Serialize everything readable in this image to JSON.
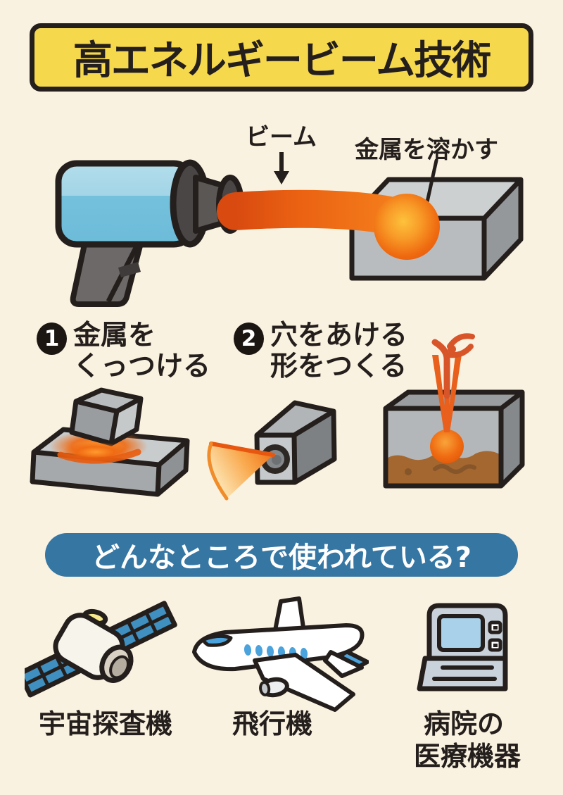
{
  "title": {
    "text": "高エネルギービーム技術",
    "bg_color": "#f6d84c"
  },
  "diagram": {
    "beam_label": "ビーム",
    "melt_label": "金属を溶かす",
    "icons": [
      "beam-gun-icon",
      "beam-icon",
      "metal-block-icon",
      "down-arrow-icon",
      "pointer-line"
    ]
  },
  "steps": [
    {
      "num": "1",
      "line1": "金属を",
      "line2": "くっつける",
      "icon": "weld-blocks-icon"
    },
    {
      "num": "2",
      "line1": "穴をあける",
      "line2": "形をつくる",
      "icons": [
        "drilled-block-icon",
        "powder-box-icon",
        "sprout-icon"
      ]
    }
  ],
  "banner": {
    "text": "どんなところで使われている?",
    "bg_color": "#3576a3"
  },
  "uses": [
    {
      "line1": "宇宙探査機",
      "line2": "",
      "icon": "satellite-icon"
    },
    {
      "line1": "飛行機",
      "line2": "",
      "icon": "airplane-icon"
    },
    {
      "line1": "病院の",
      "line2": "医療機器",
      "icon": "medical-computer-icon"
    }
  ],
  "colors": {
    "background": "#faf2e1",
    "outline": "#241f1c",
    "title_yellow": "#f6d84c",
    "banner_blue": "#3576a3",
    "beam_orange": "#ed6317",
    "beam_glow": "#f9a43a",
    "gun_blue": "#74c1dc",
    "metal_gray": "#b9bcbe",
    "powder_brown": "#a3672f",
    "solar_panel_blue": "#3f8fc0",
    "window_blue": "#4ba3dd",
    "screen_blue": "#a9d2ea"
  }
}
